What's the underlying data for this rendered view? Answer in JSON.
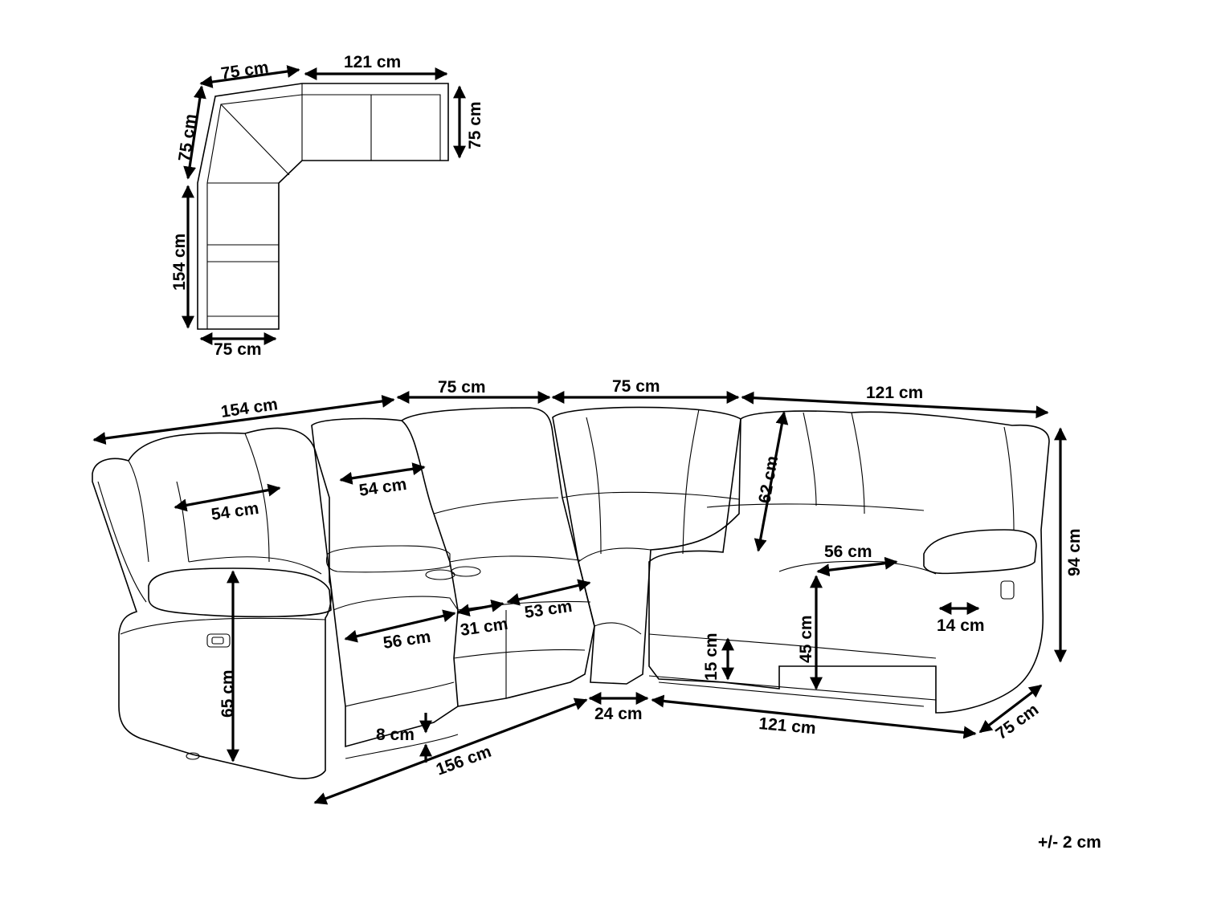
{
  "plan": {
    "top_left_width": "75 cm",
    "top_width": "121 cm",
    "right_depth": "75 cm",
    "left_corner_depth": "75 cm",
    "left_length": "154 cm",
    "bottom_width": "75 cm"
  },
  "elevation": {
    "overall_left": "154 cm",
    "module_75_a": "75 cm",
    "module_75_b": "75 cm",
    "overall_right": "121 cm",
    "height_total": "94 cm",
    "backrest_height": "62 cm",
    "backrest_width_left": "54 cm",
    "backrest_width_mid": "54 cm",
    "seat_width_right": "56 cm",
    "armrest_width": "14 cm",
    "seat_height": "45 cm",
    "arm_height": "65 cm",
    "leg_height": "15 cm",
    "seat_width_left": "56 cm",
    "console_width": "31 cm",
    "seat_width_mid": "53 cm",
    "clearance": "8 cm",
    "base_left_length": "156 cm",
    "corner_gap": "24 cm",
    "base_right_length": "121 cm",
    "base_depth": "75 cm"
  },
  "tolerance": "+/- 2 cm"
}
